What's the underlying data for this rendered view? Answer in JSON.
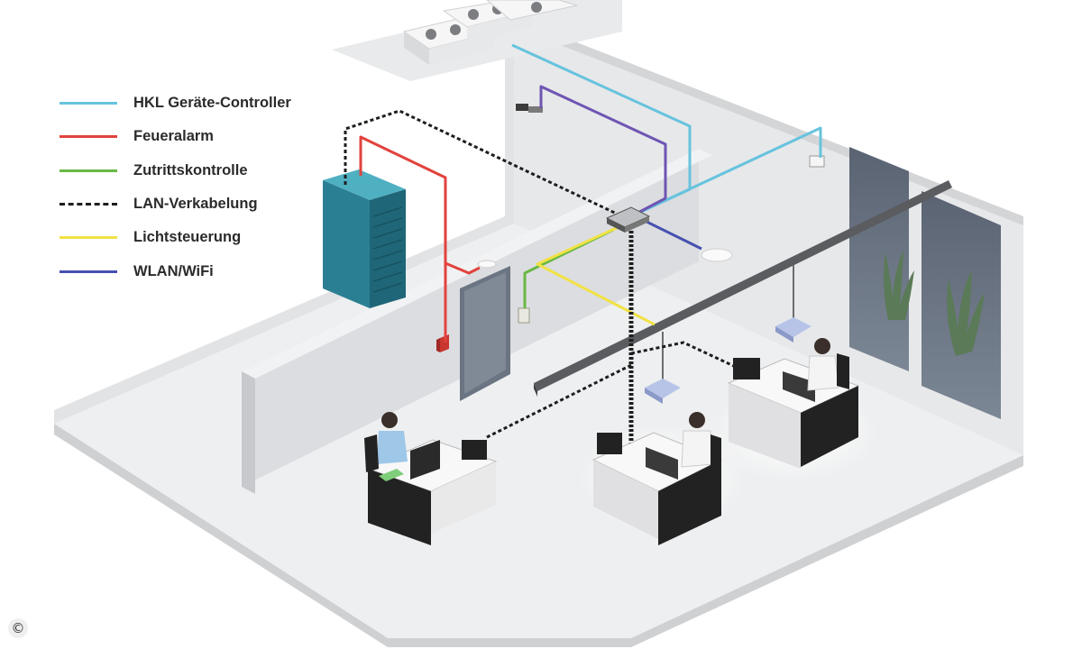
{
  "legend": {
    "items": [
      {
        "label": "HKL Geräte-Controller",
        "color": "#67c3de",
        "style": "solid"
      },
      {
        "label": "Feueralarm",
        "color": "#e2423d",
        "style": "solid"
      },
      {
        "label": "Zutrittskontrolle",
        "color": "#6ab845",
        "style": "solid"
      },
      {
        "label": "LAN-Verkabelung",
        "color": "#1e1e1e",
        "style": "dashed"
      },
      {
        "label": "Lichtsteuerung",
        "color": "#f1e244",
        "style": "solid"
      },
      {
        "label": "WLAN/WiFi",
        "color": "#4650b0",
        "style": "solid"
      }
    ]
  },
  "icons": {
    "server_rack": "server-rack-icon",
    "network_switch": "network-switch-icon",
    "hvac_units": "hvac-unit-icon",
    "camera": "security-camera-icon",
    "wifi_access_point": "wifi-access-point-icon",
    "fire_alarm": "fire-alarm-icon",
    "access_reader": "access-control-reader-icon",
    "plants": "plant-icon"
  },
  "copyright_symbol": "©"
}
